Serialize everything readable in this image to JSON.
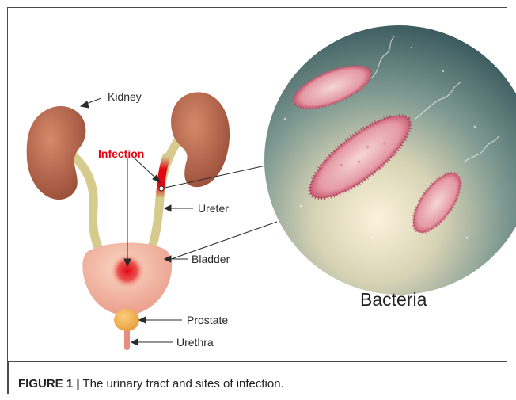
{
  "labels": {
    "kidney": "Kidney",
    "infection": "Infection",
    "ureter": "Ureter",
    "bladder": "Bladder",
    "prostate": "Prostate",
    "urethra": "Urethra",
    "bacteria": "Bacteria"
  },
  "caption": {
    "label": "FIGURE 1 |",
    "text": "The urinary tract and sites of infection."
  },
  "colors": {
    "kidney": "#b4654a",
    "ureter": "#d4cb8c",
    "bladder": "#f4b8a3",
    "infection": "#e30613",
    "prostate": "#f5b050",
    "urethra": "#e88c80",
    "lens_dark": "#3a5f62",
    "lens_light": "#f3e9c8",
    "bacteria": "#e9a8b0"
  }
}
